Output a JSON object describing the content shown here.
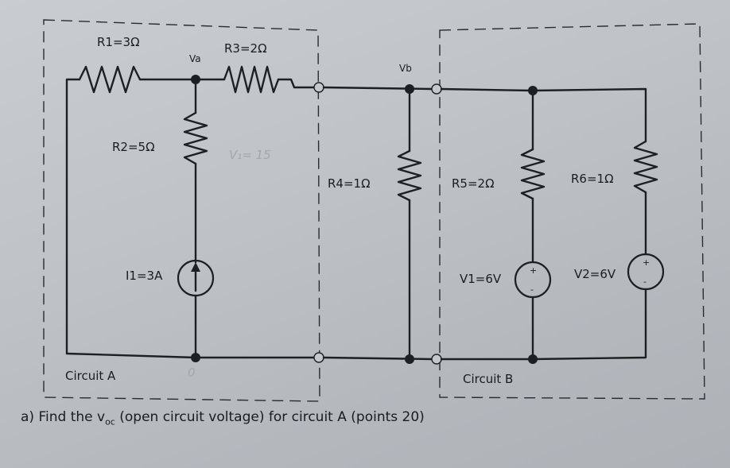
{
  "labels": {
    "r1": "R1=3Ω",
    "r3": "R3=2Ω",
    "va": "Va",
    "vb": "Vb",
    "r2": "R2=5Ω",
    "r4": "R4=1Ω",
    "r5": "R5=2Ω",
    "r6": "R6=1Ω",
    "i1": "I1=3A",
    "v1": "V1=6V",
    "v2": "V2=6V",
    "circuit_a": "Circuit A",
    "circuit_b": "Circuit B",
    "plus": "+",
    "minus": "-"
  },
  "annotations": {
    "handwritten_va": "V₁= 15",
    "handwritten_zero": "0"
  },
  "question": {
    "prefix": "a) Find the v",
    "sub": "oc",
    "suffix": " (open circuit voltage) for circuit A (points 20)"
  }
}
